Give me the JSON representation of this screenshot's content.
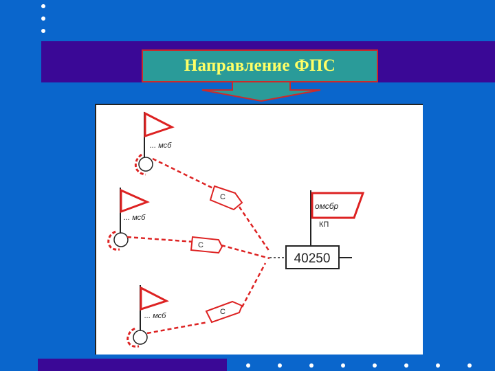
{
  "title": "Направление ФПС",
  "diagram": {
    "observation_posts": [
      {
        "label": "... мсб"
      },
      {
        "label": "... мсб"
      },
      {
        "label": "... мсб"
      }
    ],
    "line_markers": [
      {
        "label": "С"
      },
      {
        "label": "С"
      },
      {
        "label": "С"
      }
    ],
    "command_post": {
      "flag_label": "омсбр",
      "post_label": "КП",
      "number": "40250"
    }
  },
  "colors": {
    "background": "#0a66cc",
    "band": "#3a0896",
    "title_fill": "#2a9b99",
    "title_border": "#cc2a2a",
    "title_text": "#ffff66",
    "diagram_red": "#dd2222"
  }
}
